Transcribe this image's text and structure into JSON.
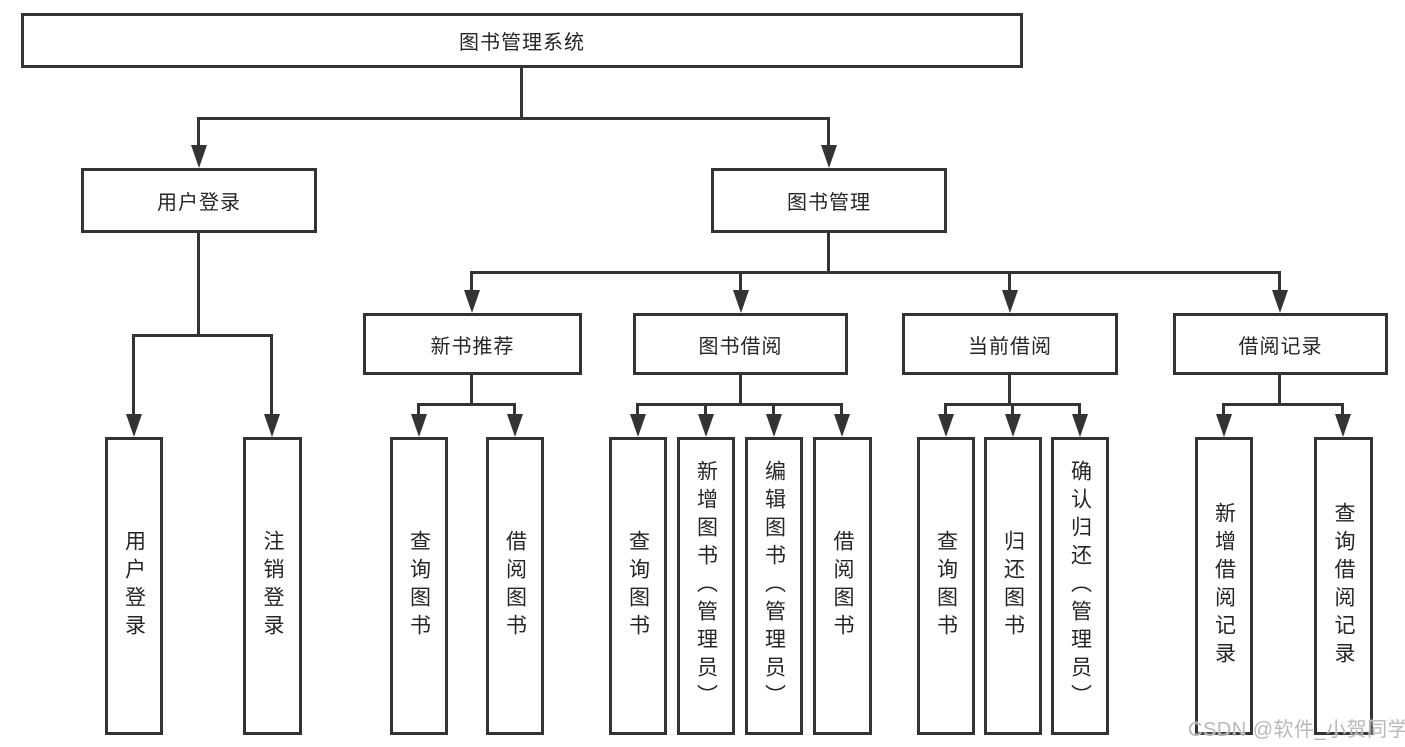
{
  "diagram_title": "图书管理系统",
  "nodes": {
    "root": "图书管理系统",
    "level2": [
      "用户登录",
      "图书管理"
    ],
    "level3": [
      "新书推荐",
      "图书借阅",
      "当前借阅",
      "借阅记录"
    ],
    "leaves": [
      "用户登录",
      "注销登录",
      "查询图书",
      "借阅图书",
      "查询图书",
      "新增图书（管理员）",
      "编辑图书（管理员）",
      "借阅图书",
      "查询图书",
      "归还图书",
      "确认归还（管理员）",
      "新增借阅记录",
      "查询借阅记录"
    ]
  },
  "watermark": "CSDN @软件_小贺同学",
  "colors": {
    "line": "#333333",
    "text": "#262626",
    "watermark": "#b9b9b9",
    "background": "#ffffff"
  }
}
